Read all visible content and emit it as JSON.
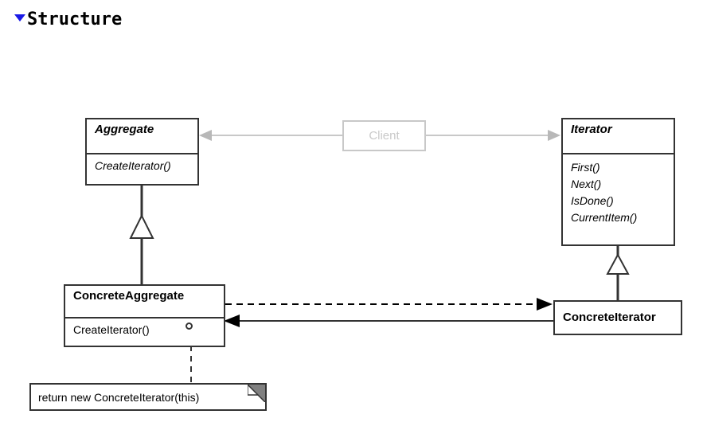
{
  "section": {
    "title": "Structure",
    "collapse_icon": "triangle-down-icon",
    "collapse_color": "#1a1ae6"
  },
  "diagram": {
    "type": "uml-class-diagram",
    "pattern": "Iterator",
    "classes": [
      {
        "id": "aggregate",
        "name": "Aggregate",
        "abstract": true,
        "operations": [
          "CreateIterator()"
        ]
      },
      {
        "id": "iterator",
        "name": "Iterator",
        "abstract": true,
        "operations": [
          "First()",
          "Next()",
          "IsDone()",
          "CurrentItem()"
        ]
      },
      {
        "id": "client",
        "name": "Client",
        "abstract": false,
        "faded": true,
        "operations": []
      },
      {
        "id": "concrete-aggregate",
        "name": "ConcreteAggregate",
        "abstract": false,
        "operations": [
          "CreateIterator()"
        ]
      },
      {
        "id": "concrete-iterator",
        "name": "ConcreteIterator",
        "abstract": false,
        "operations": []
      }
    ],
    "note": {
      "text": "return new ConcreteIterator(this)",
      "attached_to": "ConcreteAggregate::CreateIterator()"
    },
    "relationships": [
      {
        "from": "Client",
        "to": "Aggregate",
        "type": "association",
        "style": "faded"
      },
      {
        "from": "Client",
        "to": "Iterator",
        "type": "association",
        "style": "faded"
      },
      {
        "from": "ConcreteAggregate",
        "to": "Aggregate",
        "type": "generalization"
      },
      {
        "from": "ConcreteIterator",
        "to": "Iterator",
        "type": "generalization"
      },
      {
        "from": "ConcreteAggregate",
        "to": "ConcreteIterator",
        "type": "dependency"
      },
      {
        "from": "ConcreteIterator",
        "to": "ConcreteAggregate",
        "type": "association"
      }
    ]
  },
  "colors": {
    "line": "#333333",
    "faded_line": "#c8c8c8",
    "faded_text": "#c9c9c9",
    "note_fold": "#808080",
    "background": "#ffffff"
  }
}
